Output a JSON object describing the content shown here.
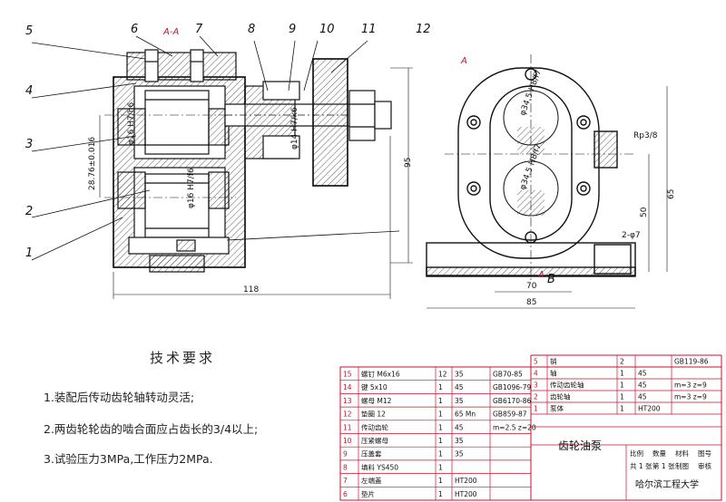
{
  "part_labels": [
    "1",
    "2",
    "3",
    "4",
    "5",
    "6",
    "7",
    "8",
    "9",
    "10",
    "11",
    "12"
  ],
  "section_label": "A-A",
  "cut_label": "A",
  "view_b_label": "B",
  "dimensions": {
    "overall_length": "118",
    "shaft_dia": "φ16 H7/h6",
    "gear_dia": "φ16 H7/f6",
    "center_distance": "28.76±0.016",
    "shaft_fit": "φ14 H7/k6",
    "height": "95",
    "hole_dia": "φ34.5 H8/f7",
    "thread": "Rp3/8",
    "base_holes": "2-φ7",
    "dim_65": "65",
    "dim_50": "50",
    "width_70": "70",
    "width_85": "85"
  },
  "tech_req": {
    "title": "技术要求",
    "items": [
      "1.装配后传动齿轮轴转动灵活;",
      "2.两齿轮轮齿的啮合面应占齿长的3/4以上;",
      "3.试验压力3MPa,工作压力2MPa."
    ]
  },
  "title_block": {
    "name": "齿轮油泵",
    "school": "哈尔滨工程大学",
    "left_rows": [
      [
        "15",
        "螺钉 M6x16",
        "12",
        "35",
        "GB70-85"
      ],
      [
        "14",
        "键 5x10",
        "1",
        "45",
        "GB1096-79"
      ],
      [
        "13",
        "螺母 M12",
        "1",
        "35",
        "GB6170-86"
      ],
      [
        "12",
        "垫圈 12",
        "1",
        "65 Mn",
        "GB859-87"
      ],
      [
        "11",
        "传动齿轮",
        "1",
        "45",
        "m=2.5 z=20"
      ],
      [
        "10",
        "压紧螺母",
        "1",
        "35",
        ""
      ],
      [
        "9",
        "压盖套",
        "1",
        "35",
        ""
      ],
      [
        "8",
        "填料 YS450",
        "1",
        "",
        ""
      ],
      [
        "7",
        "左端盖",
        "1",
        "HT200",
        ""
      ],
      [
        "6",
        "垫片",
        "1",
        "HT200",
        ""
      ]
    ],
    "right_rows": [
      [
        "5",
        "销",
        "2",
        "",
        "GB119-86"
      ],
      [
        "4",
        "轴",
        "1",
        "45",
        ""
      ],
      [
        "3",
        "传动齿轮轴",
        "1",
        "45",
        "m=3 z=9"
      ],
      [
        "2",
        "齿轮轴",
        "1",
        "45",
        "m=3 z=9"
      ],
      [
        "1",
        "泵体",
        "1",
        "HT200",
        ""
      ]
    ],
    "meta": [
      "比例",
      "数量",
      "材料",
      "图号",
      "共 1 张",
      "第 1 张",
      "制图",
      "审核"
    ]
  }
}
